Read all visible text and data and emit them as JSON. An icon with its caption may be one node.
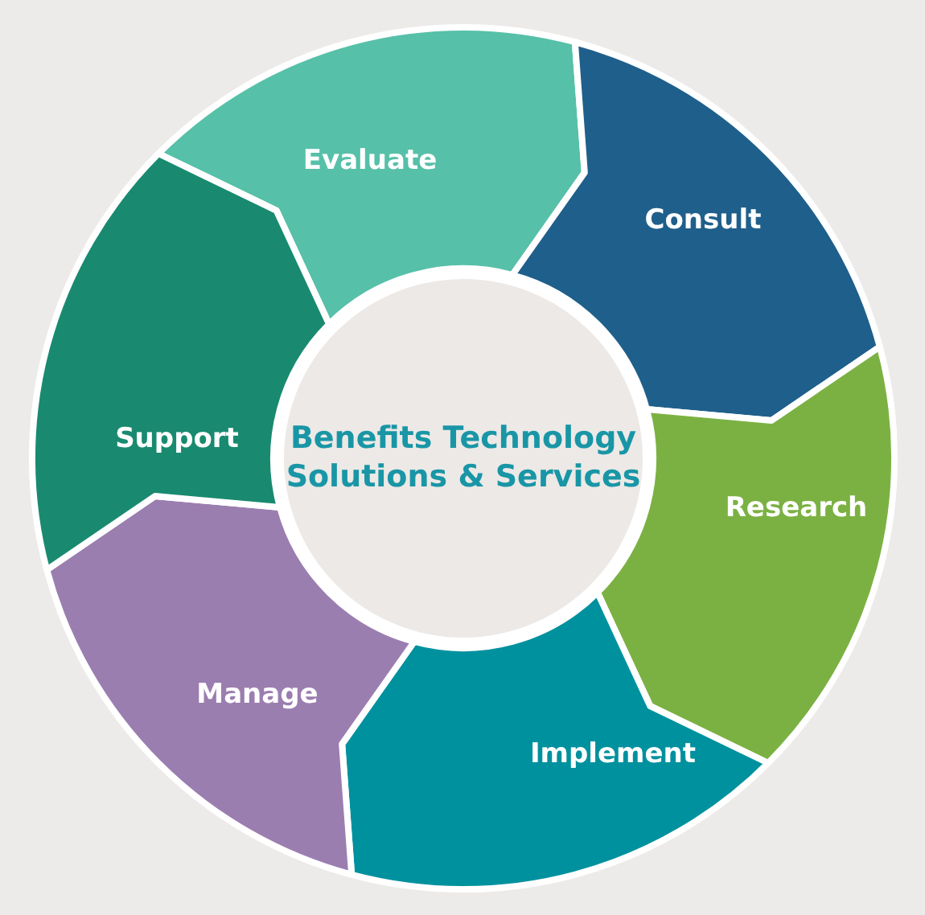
{
  "diagram": {
    "nodes": [
      {
        "text": [
          "Benefits Technology Solutions & Services"
        ]
      },
      {
        "text": [
          "Evaluate"
        ]
      },
      {
        "text": [
          "Consult"
        ]
      },
      {
        "text": [
          "Research"
        ]
      },
      {
        "text": [
          "Implement"
        ]
      },
      {
        "text": [
          "Manage"
        ]
      },
      {
        "text": [
          "Support"
        ]
      }
    ]
  }
}
